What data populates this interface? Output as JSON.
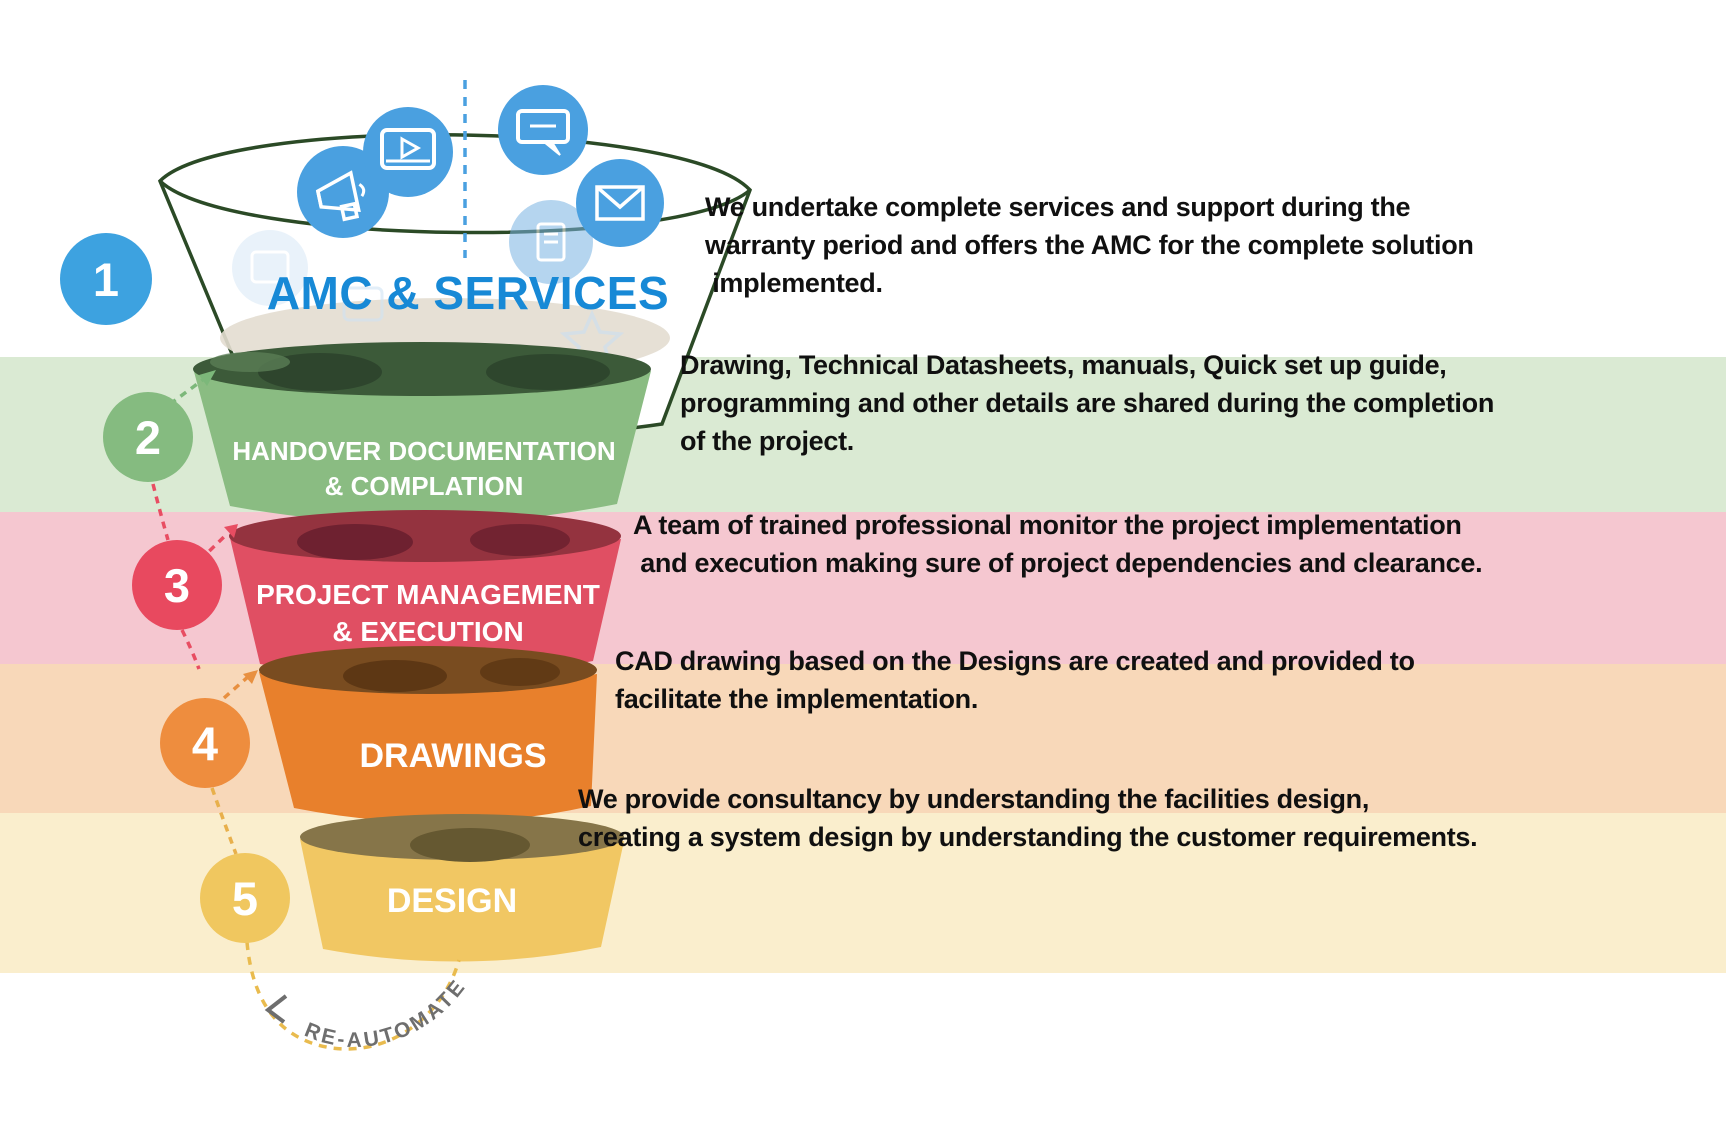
{
  "stages": [
    {
      "number": "1",
      "title": "AMC & SERVICES",
      "description": "We undertake complete services and support during the\nwarranty period and offers the AMC for the complete solution\n implemented.",
      "circle_color": "#3da2e0",
      "title_color": "#1789d6",
      "band_color": "#ffffff"
    },
    {
      "number": "2",
      "title": "HANDOVER DOCUMENTATION\n& COMPLATION",
      "description": "Drawing, Technical Datasheets, manuals, Quick set up guide,\nprogramming and other details are shared during the completion\nof the project.",
      "circle_color": "#85bb80",
      "cup_color": "#8abc82",
      "cup_rim_color": "#3c5a39",
      "band_color": "#daead3"
    },
    {
      "number": "3",
      "title": "PROJECT MANAGEMENT\n& EXECUTION",
      "description": "A team of trained professional monitor the project implementation\n and execution making sure of project dependencies and clearance.",
      "circle_color": "#e8495f",
      "cup_color": "#e04f63",
      "cup_rim_color": "#94333f",
      "band_color": "#f5c7d0"
    },
    {
      "number": "4",
      "title": "DRAWINGS",
      "description": "CAD drawing based on the Designs are created and provided to\nfacilitate the implementation.",
      "circle_color": "#ee8d3e",
      "cup_color": "#e8802c",
      "cup_rim_color": "#794c20",
      "band_color": "#f8d8b9"
    },
    {
      "number": "5",
      "title": "DESIGN",
      "description": "We provide consultancy by understanding the facilities design,\ncreating a system design by understanding the customer requirements.",
      "circle_color": "#f0c75f",
      "cup_color": "#f1c763",
      "cup_rim_color": "#867549",
      "band_color": "#faeecd"
    }
  ],
  "re_automate": {
    "label": "RE-AUTOMATE"
  },
  "funnel_icons": [
    {
      "name": "megaphone-icon"
    },
    {
      "name": "video-player-icon"
    },
    {
      "name": "chat-bubble-icon"
    },
    {
      "name": "email-icon"
    },
    {
      "name": "document-icon"
    }
  ],
  "palette": {
    "heading_blue": "#1789d6",
    "badge_blue": "#4aa0e0",
    "bowl_outline_green": "#2b4a26",
    "arc_yellow": "#e9bb4e",
    "arc_text_gray": "#6e6e6e"
  }
}
